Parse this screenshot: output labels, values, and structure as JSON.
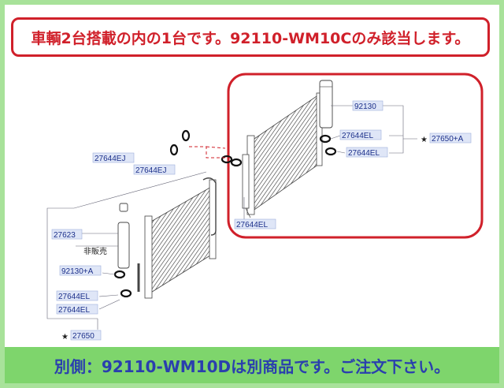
{
  "notice": "車輌2台搭載の内の1台です。92110-WM10Cのみ該当します。",
  "footer": "別側：92110-WM10Dは別商品です。ご注文下さい。",
  "parts": {
    "p92130": "92130",
    "p27644EL_a": "27644EL",
    "p27644EL_b": "27644EL",
    "p27650A": "27650+A",
    "p27644EL_c": "27644EL",
    "p27644EJ_a": "27644EJ",
    "p27644EJ_b": "27644EJ",
    "p27623": "27623",
    "not_sold": "非販売",
    "p92130A": "92130+A",
    "p27644EL_d": "27644EL",
    "p27644EL_e": "27644EL",
    "p27650": "27650"
  },
  "star": "★",
  "colors": {
    "highlight": "#d0202a",
    "footer_bg": "#7ed56c",
    "footer_text": "#2a3fae",
    "frame": "#a8e29a"
  }
}
